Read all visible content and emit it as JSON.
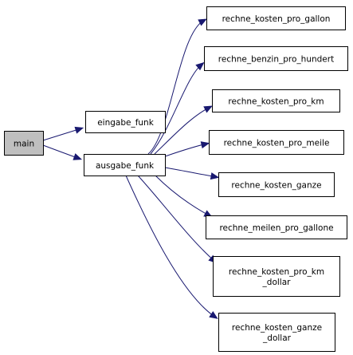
{
  "graph": {
    "colors": {
      "edge": "#191970",
      "node_border": "#000000",
      "node_fill": "#ffffff",
      "root_fill": "#bfbfbf"
    },
    "nodes": {
      "main": {
        "lines": [
          "main"
        ]
      },
      "eingabe_funk": {
        "lines": [
          "eingabe_funk"
        ]
      },
      "ausgabe_funk": {
        "lines": [
          "ausgabe_funk"
        ]
      },
      "rechne_kosten_pro_gallon": {
        "lines": [
          "rechne_kosten_pro_gallon"
        ]
      },
      "rechne_benzin_pro_hundert": {
        "lines": [
          "rechne_benzin_pro_hundert"
        ]
      },
      "rechne_kosten_pro_km": {
        "lines": [
          "rechne_kosten_pro_km"
        ]
      },
      "rechne_kosten_pro_meile": {
        "lines": [
          "rechne_kosten_pro_meile"
        ]
      },
      "rechne_kosten_ganze": {
        "lines": [
          "rechne_kosten_ganze"
        ]
      },
      "rechne_meilen_pro_gallone": {
        "lines": [
          "rechne_meilen_pro_gallone"
        ]
      },
      "rechne_kosten_pro_km_dollar": {
        "lines": [
          "rechne_kosten_pro_km",
          "_dollar"
        ]
      },
      "rechne_kosten_ganze_dollar": {
        "lines": [
          "rechne_kosten_ganze",
          "_dollar"
        ]
      }
    },
    "edges": [
      {
        "from": "main",
        "to": "eingabe_funk"
      },
      {
        "from": "main",
        "to": "ausgabe_funk"
      },
      {
        "from": "ausgabe_funk",
        "to": "rechne_kosten_pro_gallon"
      },
      {
        "from": "ausgabe_funk",
        "to": "rechne_benzin_pro_hundert"
      },
      {
        "from": "ausgabe_funk",
        "to": "rechne_kosten_pro_km"
      },
      {
        "from": "ausgabe_funk",
        "to": "rechne_kosten_pro_meile"
      },
      {
        "from": "ausgabe_funk",
        "to": "rechne_kosten_ganze"
      },
      {
        "from": "ausgabe_funk",
        "to": "rechne_meilen_pro_gallone"
      },
      {
        "from": "ausgabe_funk",
        "to": "rechne_kosten_pro_km_dollar"
      },
      {
        "from": "ausgabe_funk",
        "to": "rechne_kosten_ganze_dollar"
      }
    ]
  }
}
